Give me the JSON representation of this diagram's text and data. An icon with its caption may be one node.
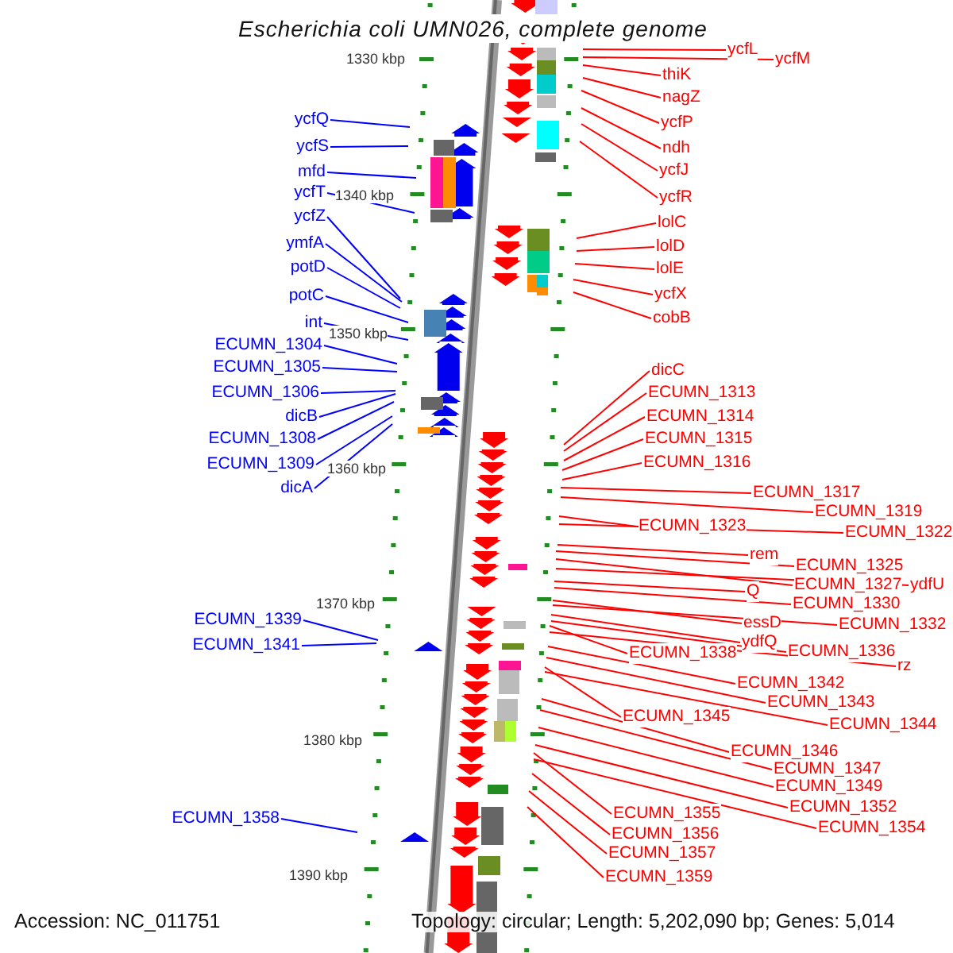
{
  "diagram": {
    "title": "Escherichia coli UMN026, complete genome",
    "nodes": [
      {
        "text": [
          "ycfQ"
        ]
      },
      {
        "text": [
          "ycfS"
        ]
      },
      {
        "text": [
          "mfd"
        ]
      },
      {
        "text": [
          "ycfT"
        ]
      },
      {
        "text": [
          "ycfZ"
        ]
      },
      {
        "text": [
          "ymfA"
        ]
      },
      {
        "text": [
          "potD"
        ]
      },
      {
        "text": [
          "potC"
        ]
      },
      {
        "text": [
          "int"
        ]
      },
      {
        "text": [
          "ECUMN_1304"
        ]
      },
      {
        "text": [
          "ECUMN_1305"
        ]
      },
      {
        "text": [
          "ECUMN_1306"
        ]
      },
      {
        "text": [
          "dicB"
        ]
      },
      {
        "text": [
          "ECUMN_1308"
        ]
      },
      {
        "text": [
          "ECUMN_1309"
        ]
      },
      {
        "text": [
          "dicA"
        ]
      },
      {
        "text": [
          "ECUMN_1339"
        ]
      },
      {
        "text": [
          "ECUMN_1341"
        ]
      },
      {
        "text": [
          "ECUMN_1358"
        ]
      },
      {
        "text": [
          "ycfL"
        ]
      },
      {
        "text": [
          "ycfM"
        ]
      },
      {
        "text": [
          "thiK"
        ]
      },
      {
        "text": [
          "nagZ"
        ]
      },
      {
        "text": [
          "ycfP"
        ]
      },
      {
        "text": [
          "ndh"
        ]
      },
      {
        "text": [
          "ycfJ"
        ]
      },
      {
        "text": [
          "ycfR"
        ]
      },
      {
        "text": [
          "lolC"
        ]
      },
      {
        "text": [
          "lolD"
        ]
      },
      {
        "text": [
          "lolE"
        ]
      },
      {
        "text": [
          "ycfX"
        ]
      },
      {
        "text": [
          "cobB"
        ]
      },
      {
        "text": [
          "dicC"
        ]
      },
      {
        "text": [
          "ECUMN_1313"
        ]
      },
      {
        "text": [
          "ECUMN_1314"
        ]
      },
      {
        "text": [
          "ECUMN_1315"
        ]
      },
      {
        "text": [
          "ECUMN_1316"
        ]
      },
      {
        "text": [
          "ECUMN_1317"
        ]
      },
      {
        "text": [
          "ECUMN_1319"
        ]
      },
      {
        "text": [
          "ECUMN_1323"
        ]
      },
      {
        "text": [
          "ECUMN_1322"
        ]
      },
      {
        "text": [
          "rem"
        ]
      },
      {
        "text": [
          "ECUMN_1325"
        ]
      },
      {
        "text": [
          "ECUMN_1327"
        ]
      },
      {
        "text": [
          "ydfU"
        ]
      },
      {
        "text": [
          "Q"
        ]
      },
      {
        "text": [
          "ECUMN_1330"
        ]
      },
      {
        "text": [
          "essD"
        ]
      },
      {
        "text": [
          "ECUMN_1332"
        ]
      },
      {
        "text": [
          "ydfQ"
        ]
      },
      {
        "text": [
          "ECUMN_1336"
        ]
      },
      {
        "text": [
          "ECUMN_1338"
        ]
      },
      {
        "text": [
          "rz"
        ]
      },
      {
        "text": [
          "ECUMN_1342"
        ]
      },
      {
        "text": [
          "ECUMN_1343"
        ]
      },
      {
        "text": [
          "ECUMN_1345"
        ]
      },
      {
        "text": [
          "ECUMN_1344"
        ]
      },
      {
        "text": [
          "ECUMN_1346"
        ]
      },
      {
        "text": [
          "ECUMN_1347"
        ]
      },
      {
        "text": [
          "ECUMN_1349"
        ]
      },
      {
        "text": [
          "ECUMN_1352"
        ]
      },
      {
        "text": [
          "ECUMN_1355"
        ]
      },
      {
        "text": [
          "ECUMN_1354"
        ]
      },
      {
        "text": [
          "ECUMN_1356"
        ]
      },
      {
        "text": [
          "ECUMN_1357"
        ]
      },
      {
        "text": [
          "ECUMN_1359"
        ]
      }
    ],
    "edges": [
      {
        "from": 0,
        "to": null,
        "arrow": "none",
        "color": "#0000ff"
      },
      {
        "from": 1,
        "to": null,
        "arrow": "none",
        "color": "#0000ff"
      },
      {
        "from": 2,
        "to": null,
        "arrow": "none",
        "color": "#0000ff"
      },
      {
        "from": 3,
        "to": null,
        "arrow": "none",
        "color": "#0000ff"
      },
      {
        "from": 4,
        "to": null,
        "arrow": "none",
        "color": "#0000ff"
      },
      {
        "from": 5,
        "to": null,
        "arrow": "none",
        "color": "#0000ff"
      },
      {
        "from": 6,
        "to": null,
        "arrow": "none",
        "color": "#0000ff"
      },
      {
        "from": 7,
        "to": null,
        "arrow": "none",
        "color": "#0000ff"
      },
      {
        "from": 8,
        "to": null,
        "arrow": "none",
        "color": "#0000ff"
      },
      {
        "from": 9,
        "to": null,
        "arrow": "none",
        "color": "#0000ff"
      },
      {
        "from": 10,
        "to": null,
        "arrow": "none",
        "color": "#0000ff"
      },
      {
        "from": 11,
        "to": null,
        "arrow": "none",
        "color": "#0000ff"
      },
      {
        "from": 12,
        "to": null,
        "arrow": "none",
        "color": "#0000ff"
      },
      {
        "from": 13,
        "to": null,
        "arrow": "none",
        "color": "#0000ff"
      },
      {
        "from": 14,
        "to": null,
        "arrow": "none",
        "color": "#0000ff"
      },
      {
        "from": 15,
        "to": null,
        "arrow": "none",
        "color": "#0000ff"
      },
      {
        "from": 16,
        "to": null,
        "arrow": "none",
        "color": "#0000ff"
      },
      {
        "from": 17,
        "to": null,
        "arrow": "none",
        "color": "#0000ff"
      },
      {
        "from": 18,
        "to": null,
        "arrow": "none",
        "color": "#0000ff"
      },
      {
        "from": 19,
        "to": null,
        "arrow": "none"
      },
      {
        "from": 20,
        "to": null,
        "arrow": "none"
      },
      {
        "from": 21,
        "to": null,
        "arrow": "none"
      },
      {
        "from": 22,
        "to": null,
        "arrow": "none"
      },
      {
        "from": 23,
        "to": null,
        "arrow": "none"
      },
      {
        "from": 24,
        "to": null,
        "arrow": "none"
      },
      {
        "from": 25,
        "to": null,
        "arrow": "none"
      },
      {
        "from": 26,
        "to": null,
        "arrow": "none"
      },
      {
        "from": 27,
        "to": null,
        "arrow": "none"
      },
      {
        "from": 28,
        "to": null,
        "arrow": "none"
      },
      {
        "from": 29,
        "to": null,
        "arrow": "none"
      },
      {
        "from": 30,
        "to": null,
        "arrow": "none"
      },
      {
        "from": 31,
        "to": null,
        "arrow": "none"
      },
      {
        "from": 32,
        "to": null,
        "arrow": "none"
      },
      {
        "from": 33,
        "to": null,
        "arrow": "none"
      },
      {
        "from": 34,
        "to": null,
        "arrow": "none"
      },
      {
        "from": 35,
        "to": null,
        "arrow": "none"
      },
      {
        "from": 36,
        "to": null,
        "arrow": "none"
      },
      {
        "from": 37,
        "to": null,
        "arrow": "none"
      },
      {
        "from": 38,
        "to": null,
        "arrow": "none"
      },
      {
        "from": 39,
        "to": null,
        "arrow": "none"
      },
      {
        "from": 40,
        "to": null,
        "arrow": "none"
      },
      {
        "from": 41,
        "to": null,
        "arrow": "none"
      },
      {
        "from": 42,
        "to": null,
        "arrow": "none"
      },
      {
        "from": 43,
        "to": null,
        "arrow": "none"
      },
      {
        "from": 44,
        "to": null,
        "arrow": "none"
      },
      {
        "from": 45,
        "to": null,
        "arrow": "none"
      },
      {
        "from": 46,
        "to": null,
        "arrow": "none"
      },
      {
        "from": 47,
        "to": null,
        "arrow": "none"
      },
      {
        "from": 48,
        "to": null,
        "arrow": "none"
      },
      {
        "from": 49,
        "to": null,
        "arrow": "none"
      },
      {
        "from": 50,
        "to": null,
        "arrow": "none"
      },
      {
        "from": 51,
        "to": null,
        "arrow": "none"
      },
      {
        "from": 52,
        "to": null,
        "arrow": "none"
      },
      {
        "from": 53,
        "to": null,
        "arrow": "none"
      },
      {
        "from": 54,
        "to": null,
        "arrow": "none"
      },
      {
        "from": 55,
        "to": null,
        "arrow": "none"
      },
      {
        "from": 56,
        "to": null,
        "arrow": "none"
      },
      {
        "from": 57,
        "to": null,
        "arrow": "none"
      },
      {
        "from": 58,
        "to": null,
        "arrow": "none"
      },
      {
        "from": 59,
        "to": null,
        "arrow": "none"
      },
      {
        "from": 60,
        "to": null,
        "arrow": "none"
      },
      {
        "from": 61,
        "to": null,
        "arrow": "none"
      },
      {
        "from": 62,
        "to": null,
        "arrow": "none"
      },
      {
        "from": 63,
        "to": null,
        "arrow": "none"
      },
      {
        "from": 64,
        "to": null,
        "arrow": "none"
      },
      {
        "from": 65,
        "to": null,
        "arrow": "none"
      }
    ],
    "labels": [
      "1330 kbp",
      "1340 kbp",
      "1350 kbp",
      "1360 kbp",
      "1370 kbp",
      "1380 kbp",
      "1390 kbp",
      "Accession: NC_011751",
      "Topology: circular; Length: 5,202,090 bp; Genes: 5,014"
    ]
  }
}
